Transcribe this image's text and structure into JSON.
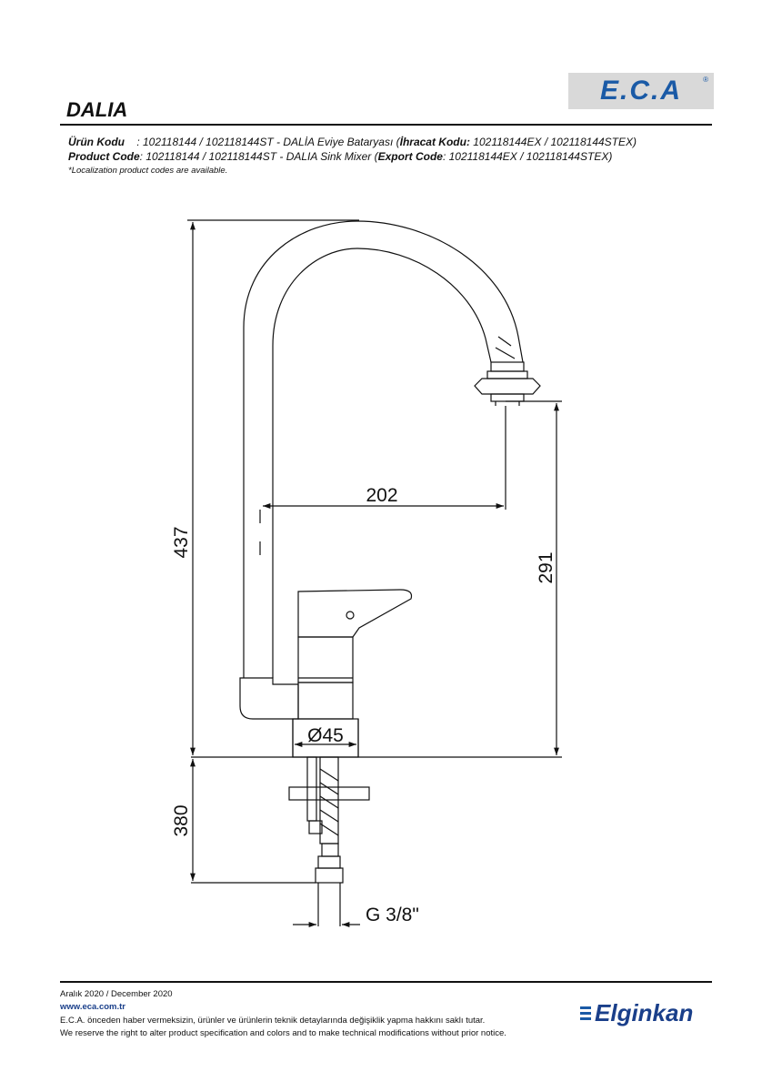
{
  "header": {
    "logo_text": "E.C.A",
    "logo_mark": "®",
    "title": "DALIA"
  },
  "codes": {
    "tr_label": "Ürün Kodu",
    "tr_value": "    : 102118144 / 102118144ST - DALİA Eviye Bataryası (",
    "tr_export_label": "İhracat Kodu:",
    "tr_export_value": " 102118144EX / 102118144STEX)",
    "en_label": "Product Code",
    "en_value": ": 102118144 / 102118144ST - DALIA Sink Mixer (",
    "en_export_label": "Export Code",
    "en_export_value": ": 102118144EX / 102118144STEX)",
    "note": "*Localization product codes are available."
  },
  "drawing": {
    "dim_height_total": "437",
    "dim_reach": "202",
    "dim_spout_height": "291",
    "dim_base_diameter": "Ø45",
    "dim_hose_length": "380",
    "dim_thread": "G 3/8\""
  },
  "footer": {
    "date": "Aralık 2020 / December 2020",
    "website": "www.eca.com.tr",
    "disclaimer_tr": "E.C.A. önceden haber vermeksizin, ürünler ve ürünlerin teknik detaylarında değişiklik yapma hakkını saklı tutar.",
    "disclaimer_en": "We reserve the right to alter product specification and colors and to make technical modifications without prior notice.",
    "brand": "Elginkan"
  },
  "colors": {
    "brand_blue": "#1a5aa6",
    "logo_background": "#d9d9d9"
  }
}
